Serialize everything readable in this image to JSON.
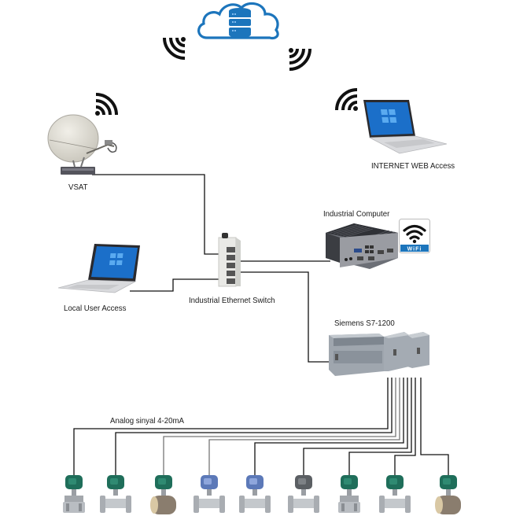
{
  "diagram": {
    "title": "",
    "cloud": {
      "name": "Cloud Database",
      "icon": "cloud-database-icon",
      "color": "#1c75bc"
    },
    "nodes": [
      {
        "id": "vsat",
        "label": "VSAT",
        "icon": "satellite-dish-icon"
      },
      {
        "id": "internet_web",
        "label": "INTERNET WEB Access",
        "icon": "laptop-icon"
      },
      {
        "id": "industrial_computer",
        "label": "Industrial Computer",
        "icon": "industrial-pc-icon"
      },
      {
        "id": "local_user",
        "label": "Local User Access",
        "icon": "laptop-icon"
      },
      {
        "id": "switch",
        "label": "Industrial Ethernet Switch",
        "icon": "ethernet-switch-icon"
      },
      {
        "id": "plc",
        "label": "Siemens S7-1200",
        "icon": "plc-icon"
      }
    ],
    "wifi_badge": {
      "label": "WiFi",
      "color": "#1c75bc"
    },
    "signal_label": "Analog sinyal 4-20mA",
    "sensors": [
      {
        "type": "pressure-transmitter",
        "head": "green"
      },
      {
        "type": "vortex-flowmeter",
        "head": "green"
      },
      {
        "type": "magnetic-flowmeter",
        "head": "green"
      },
      {
        "type": "vortex-flowmeter",
        "head": "blue"
      },
      {
        "type": "vortex-flowmeter",
        "head": "blue"
      },
      {
        "type": "vortex-flowmeter",
        "head": "gray"
      },
      {
        "type": "pressure-transmitter",
        "head": "green"
      },
      {
        "type": "vortex-flowmeter",
        "head": "green"
      },
      {
        "type": "magnetic-flowmeter",
        "head": "green"
      }
    ],
    "connections": [
      {
        "from": "vsat",
        "to": "switch",
        "medium": "ethernet"
      },
      {
        "from": "local_user",
        "to": "switch",
        "medium": "ethernet"
      },
      {
        "from": "switch",
        "to": "industrial_computer",
        "medium": "ethernet"
      },
      {
        "from": "switch",
        "to": "plc",
        "medium": "ethernet"
      },
      {
        "from": "vsat",
        "to": "cloud",
        "medium": "wireless"
      },
      {
        "from": "internet_web",
        "to": "cloud",
        "medium": "wireless"
      },
      {
        "from": "plc",
        "to": "sensors",
        "medium": "analog 4-20mA",
        "count": 9
      }
    ]
  }
}
